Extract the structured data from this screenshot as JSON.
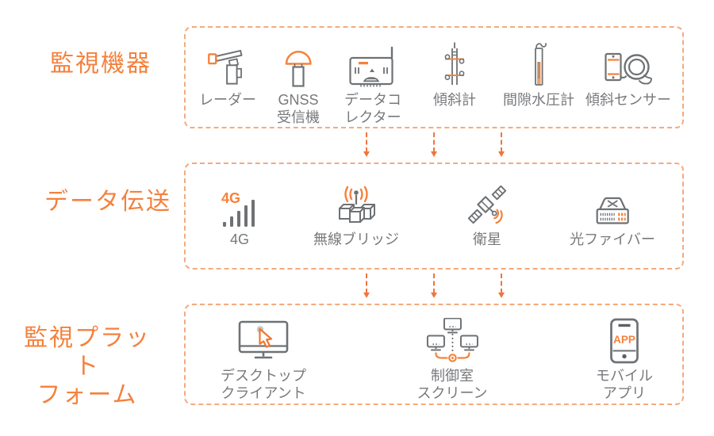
{
  "colors": {
    "accent_orange": "#f5813d",
    "icon_orange": "#f5823c",
    "border_orange": "#f5aa7d",
    "arrow_orange": "#f0753a",
    "icon_gray": "#6e7275",
    "label_gray": "#77797c"
  },
  "sections": [
    {
      "title": "監視機器",
      "title_line2": "",
      "items": [
        {
          "icon": "radar-icon",
          "label": "レーダー",
          "label2": ""
        },
        {
          "icon": "gnss-receiver-icon",
          "label": "GNSS",
          "label2": "受信機"
        },
        {
          "icon": "data-collector-icon",
          "label": "データコ",
          "label2": "レクター"
        },
        {
          "icon": "inclinometer-icon",
          "label": "傾斜計",
          "label2": ""
        },
        {
          "icon": "piezometer-icon",
          "label": "間隙水圧計",
          "label2": ""
        },
        {
          "icon": "tilt-sensor-icon",
          "label": "傾斜センサー",
          "label2": ""
        }
      ]
    },
    {
      "title": "データ伝送",
      "title_line2": "",
      "items": [
        {
          "icon": "4g-signal-icon",
          "label": "4G",
          "label2": ""
        },
        {
          "icon": "wireless-bridge-icon",
          "label": "無線ブリッジ",
          "label2": ""
        },
        {
          "icon": "satellite-icon",
          "label": "衛星",
          "label2": ""
        },
        {
          "icon": "fiber-optic-icon",
          "label": "光ファイバー",
          "label2": ""
        }
      ]
    },
    {
      "title": "監視プラット",
      "title_line2": "フォーム",
      "items": [
        {
          "icon": "desktop-client-icon",
          "label": "デスクトップ",
          "label2": "クライアント"
        },
        {
          "icon": "control-room-screen-icon",
          "label": "制御室",
          "label2": "スクリーン"
        },
        {
          "icon": "mobile-app-icon",
          "label": "モバイル",
          "label2": "アプリ"
        }
      ]
    }
  ],
  "icon_text": {
    "four_g": "4G",
    "app": "APP"
  }
}
